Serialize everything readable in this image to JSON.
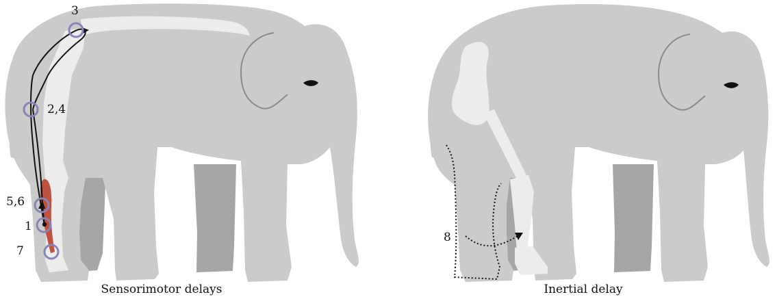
{
  "colors": {
    "body": "#cbcbcb",
    "far_leg": "#a6a6a6",
    "bone": "#ececec",
    "muscle": "#c0503f",
    "ring": "#8585b6",
    "path": "#111111"
  },
  "panels": [
    {
      "caption": "Sensorimotor delays",
      "labels": {
        "n3": "3",
        "n24": "2,4",
        "n56": "5,6",
        "n1": "1",
        "n7": "7"
      }
    },
    {
      "caption": "Inertial delay",
      "labels": {
        "n8": "8"
      }
    }
  ]
}
